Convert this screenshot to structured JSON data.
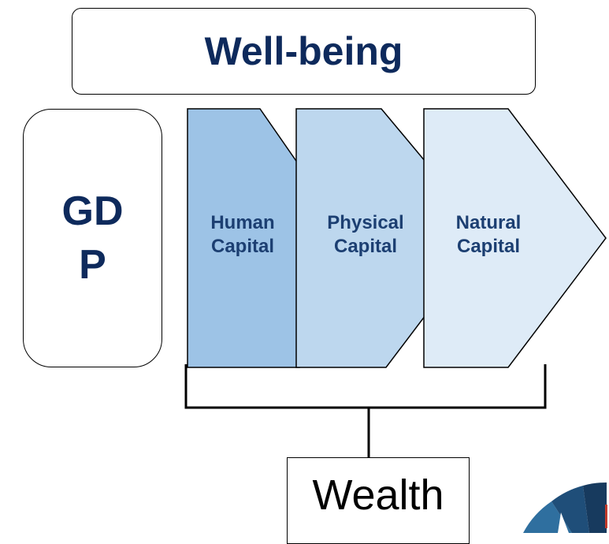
{
  "title": "Well-being",
  "gdp_label": "GDP",
  "capitals": [
    {
      "label": "Human\nCapital",
      "fill": "#9dc3e6"
    },
    {
      "label": "Physical\nCapital",
      "fill": "#bdd7ee"
    },
    {
      "label": "Natural\nCapital",
      "fill": "#deebf7"
    }
  ],
  "wealth_label": "Wealth",
  "colors": {
    "title_text": "#0e2a5c",
    "label_text": "#1c3f72",
    "outline": "#000000"
  }
}
